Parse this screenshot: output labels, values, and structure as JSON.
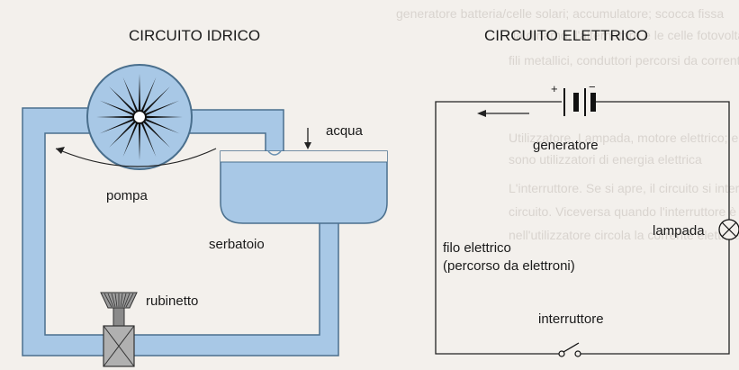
{
  "hydraulic": {
    "title": "CIRCUITO IDRICO",
    "labels": {
      "water": "acqua",
      "pump": "pompa",
      "tank": "serbatoio",
      "tap": "rubinetto"
    }
  },
  "electric": {
    "title": "CIRCUITO ELETTRICO",
    "labels": {
      "generator": "generatore",
      "lamp": "lampada",
      "wire_line1": "filo elettrico",
      "wire_line2": "(percorso da elettroni)",
      "switch": "interruttore"
    },
    "battery_signs": {
      "plus": "+",
      "minus": "−"
    }
  },
  "background_text": {
    "lines": [
      "generatore batteria/celle solari; accumulatore; scocca fissa",
      "la dinamo, l'alternatore e le celle fotovoltaiche (dette anche",
      "fili metallici, conduttori percorsi da corrente elettrica",
      "Utilizzatore. Lampada, motore elettrico; elettrodomestici",
      "sono utilizzatori di energia elettrica",
      "L'interruttore. Se si apre, il circuito si interrompe. Nel",
      "circuito. Viceversa quando l'interruttore è chiuso",
      "nell'utilizzatore circola la corrente elettrica"
    ]
  },
  "colors": {
    "water": "#a8c8e6",
    "pipe_outline": "#4a6f8d",
    "wire": "#222222",
    "background": "#f3f0ec"
  }
}
